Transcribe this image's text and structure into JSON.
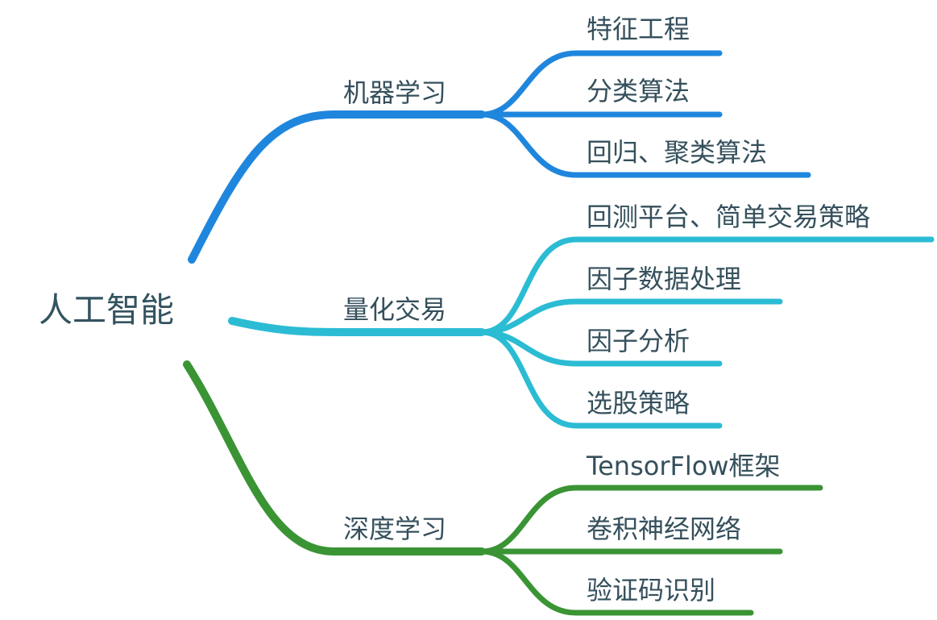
{
  "root": {
    "label": "人工智能"
  },
  "branches": [
    {
      "label": "机器学习",
      "color": "#1f86dd",
      "leaves": [
        {
          "label": "特征工程"
        },
        {
          "label": "分类算法"
        },
        {
          "label": "回归、聚类算法"
        }
      ]
    },
    {
      "label": "量化交易",
      "color": "#2bbcd4",
      "leaves": [
        {
          "label": "回测平台、简单交易策略"
        },
        {
          "label": "因子数据处理"
        },
        {
          "label": "因子分析"
        },
        {
          "label": "选股策略"
        }
      ]
    },
    {
      "label": "深度学习",
      "color": "#3a9434",
      "leaves": [
        {
          "label": "TensorFlow框架"
        },
        {
          "label": "卷积神经网络"
        },
        {
          "label": "验证码识别"
        }
      ]
    }
  ]
}
